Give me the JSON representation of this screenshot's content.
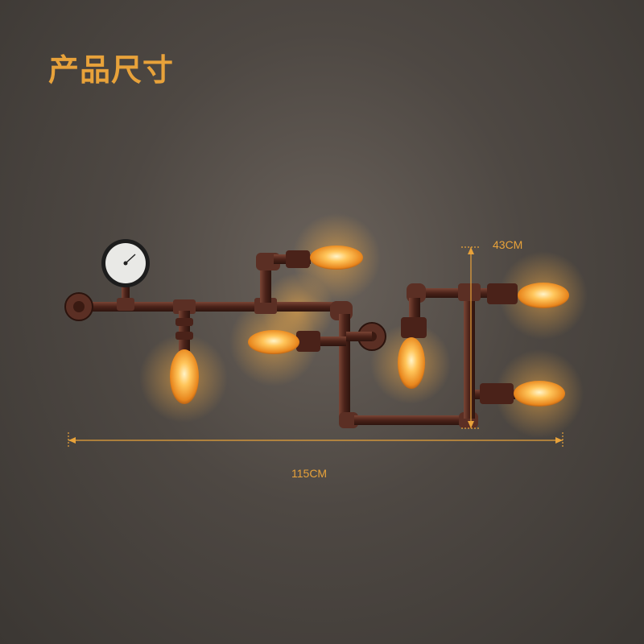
{
  "title": "产品尺寸",
  "dimensions": {
    "height": "43CM",
    "width": "115CM"
  },
  "colors": {
    "accent": "#e8a23a",
    "background": "#4e4843",
    "pipe": "#5a2e22",
    "bulb_glow": "#f5a623"
  }
}
